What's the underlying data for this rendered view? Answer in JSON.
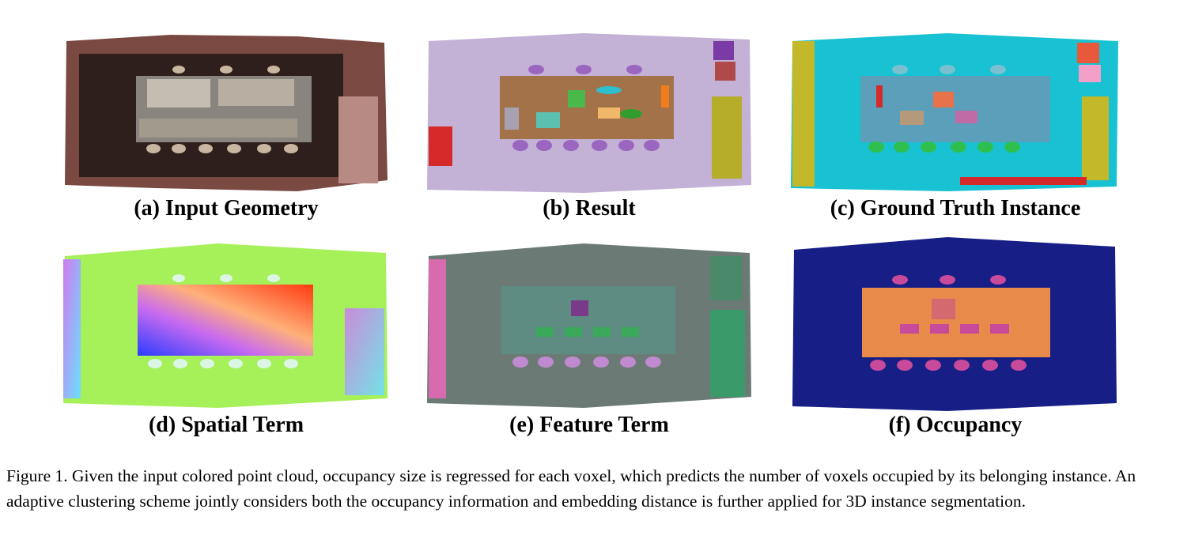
{
  "panels": [
    {
      "caption": "(a) Input Geometry",
      "render": "rgb-pointcloud"
    },
    {
      "caption": "(b) Result",
      "render": "instance-segmentation"
    },
    {
      "caption": "(c) Ground Truth Instance",
      "render": "instance-segmentation"
    },
    {
      "caption": "(d) Spatial Term",
      "render": "embedding-visualization"
    },
    {
      "caption": "(e) Feature Term",
      "render": "embedding-visualization"
    },
    {
      "caption": "(f) Occupancy",
      "render": "heatmap"
    }
  ],
  "figure_caption": "Figure 1. Given the input colored point cloud, occupancy size is regressed for each voxel, which predicts the number of voxels occupied by its belonging instance. An adaptive clustering scheme jointly considers both the occupancy information and embedding distance is further applied for 3D instance segmentation.",
  "colors": {
    "a_floor": "#2e1f1c",
    "a_wall": "#7a4a42",
    "a_table": "#a8a098",
    "b_floor": "#c3b1d6",
    "b_table": "#a47249",
    "c_floor": "#18c2d2",
    "c_table": "#5b9fba",
    "d_floor": "#a6f05a",
    "e_floor": "#6c7a76",
    "e_table": "#5e8c83",
    "f_floor": "#171e86",
    "f_table": "#e88a4a",
    "f_chair": "#c84a9a"
  }
}
